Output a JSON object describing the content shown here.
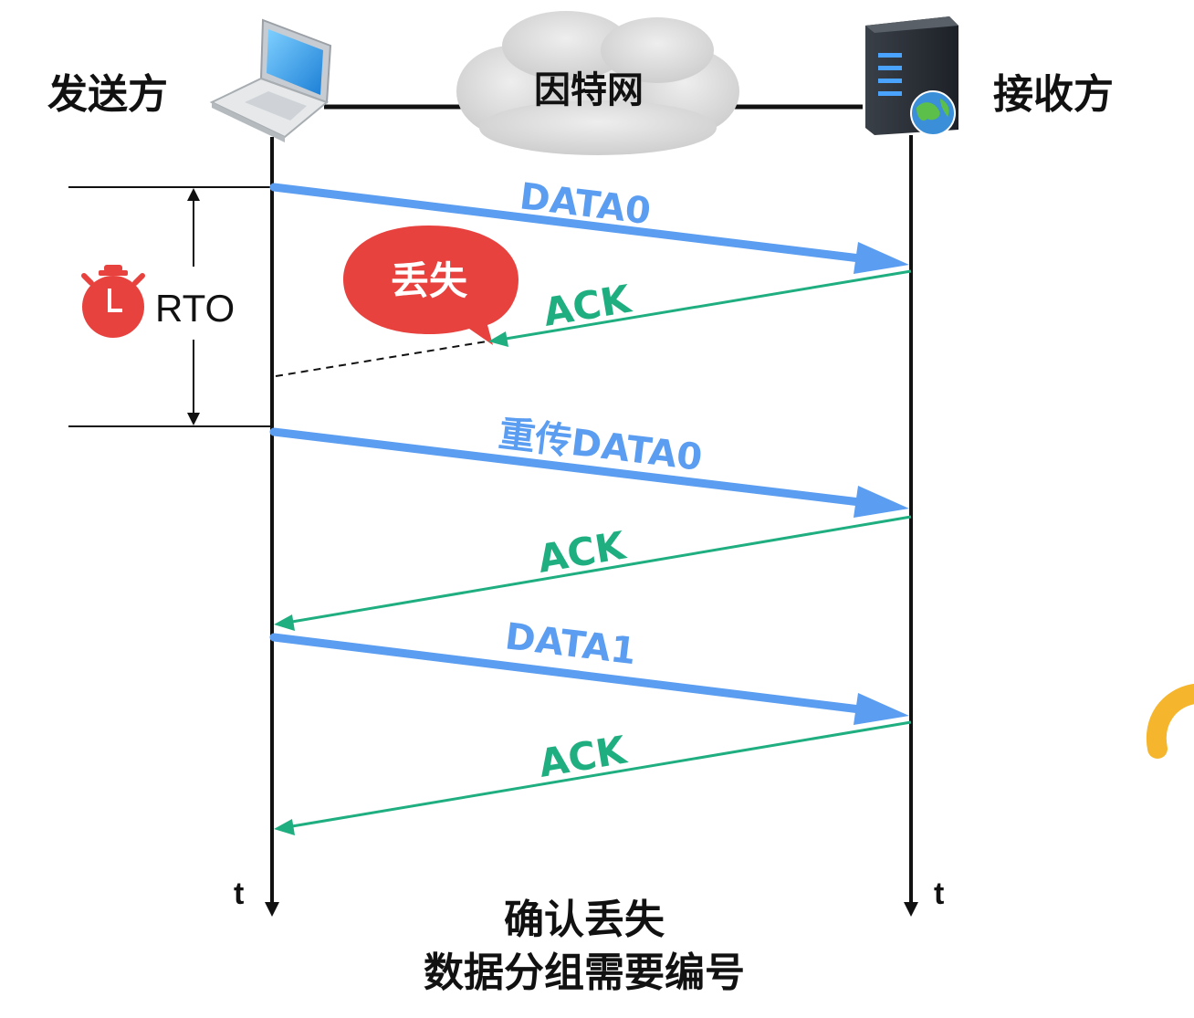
{
  "sender": {
    "label": "发送方"
  },
  "receiver": {
    "label": "接收方"
  },
  "network": {
    "label": "因特网"
  },
  "timer": {
    "label": "RTO"
  },
  "loss_bubble": {
    "label": "丢失"
  },
  "messages": [
    {
      "label": "DATA0",
      "direction": "sender-to-receiver"
    },
    {
      "label": "ACK",
      "direction": "receiver-to-sender",
      "lost": true
    },
    {
      "label": "重传DATA0",
      "direction": "sender-to-receiver"
    },
    {
      "label": "ACK",
      "direction": "receiver-to-sender"
    },
    {
      "label": "DATA1",
      "direction": "sender-to-receiver"
    },
    {
      "label": "ACK",
      "direction": "receiver-to-sender"
    }
  ],
  "time_axis": {
    "sender_label": "t",
    "receiver_label": "t"
  },
  "caption": {
    "line1": "确认丢失",
    "line2": "数据分组需要编号"
  },
  "colors": {
    "data": "#5b9df0",
    "ack": "#1fae80",
    "loss": "#e8423f",
    "cloud": "#d6d6d6"
  }
}
